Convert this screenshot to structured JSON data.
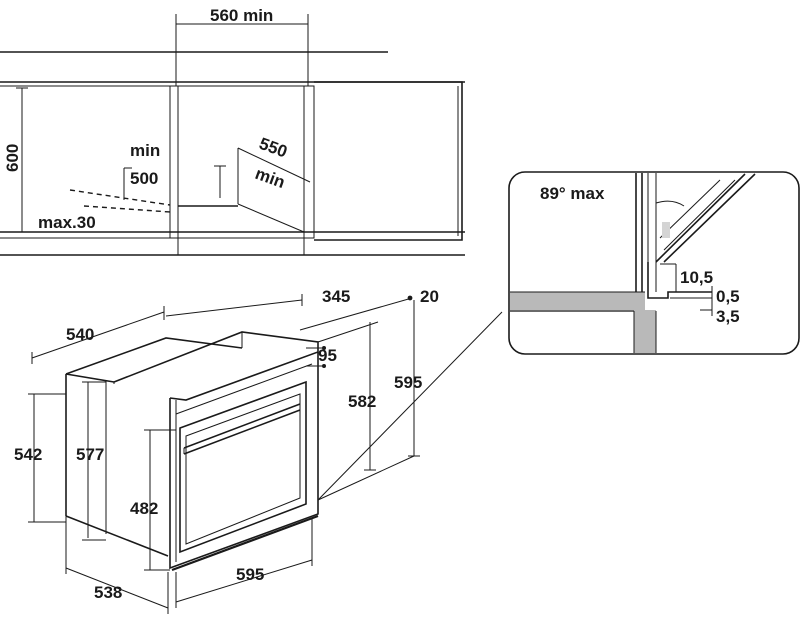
{
  "cabinet_view": {
    "width_min": "560 min",
    "height": "600",
    "depth_min_value": "550",
    "depth_min_unit": "min",
    "vent_min_label": "min",
    "vent_min_value": "500",
    "vent_max": "max.30"
  },
  "detail_view": {
    "door_angle": "89° max",
    "gap_top": "10,5",
    "gap_mid": "0,5",
    "gap_bottom": "3,5"
  },
  "oven_view": {
    "body_depth": "540",
    "front_depth": "345",
    "panel_offset": "20",
    "top_frame": "95",
    "body_height": "542",
    "side_height": "577",
    "inner_height": "582",
    "total_height": "595",
    "door_height": "482",
    "bottom_depth": "538",
    "width": "595"
  },
  "colors": {
    "line": "#1a1a1a",
    "fill_grey": "#b9b9b9",
    "fill_light": "#d4d4d4"
  }
}
